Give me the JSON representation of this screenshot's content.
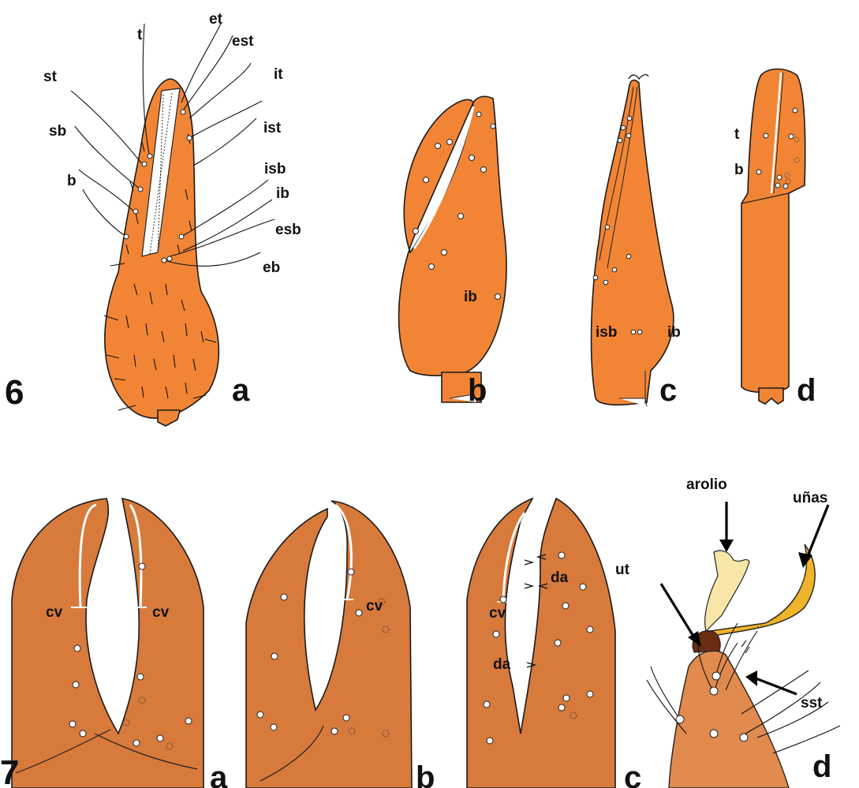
{
  "figure6": {
    "number": "6",
    "panel_a": {
      "letter": "a",
      "trichobothria": [
        "t",
        "et",
        "est",
        "it",
        "st",
        "ist",
        "sb",
        "isb",
        "b",
        "ib",
        "esb",
        "eb"
      ]
    },
    "panel_b": {
      "letter": "b",
      "label_ib": "ib"
    },
    "panel_c": {
      "letter": "c",
      "label_isb": "isb",
      "label_ib": "ib"
    },
    "panel_d": {
      "letter": "d",
      "label_t": "t",
      "label_b": "b"
    }
  },
  "figure7": {
    "number": "7",
    "panel_a": {
      "letter": "a",
      "label_cv_left": "cv",
      "label_cv_right": "cv"
    },
    "panel_b": {
      "letter": "b",
      "label_cv": "cv"
    },
    "panel_c": {
      "letter": "c",
      "label_cv": "cv",
      "label_da_1": "da",
      "label_da_2": "da"
    },
    "panel_d": {
      "letter": "d",
      "arolio": "arolio",
      "unas": "uñas",
      "ut": "ut",
      "sst": "sst"
    }
  },
  "colors": {
    "body_orange": "#f28535",
    "claw_yellow": "#f0b42a",
    "arolium_cream": "#f7e6a8",
    "ut_brown": "#6b2d12"
  }
}
